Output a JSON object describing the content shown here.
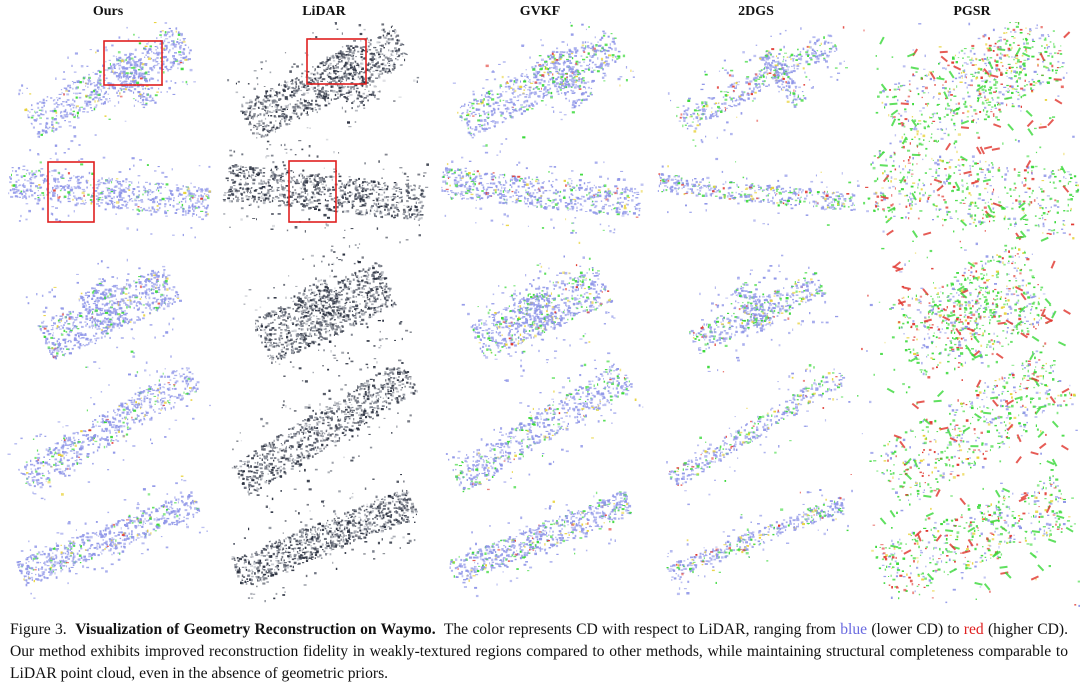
{
  "columns": [
    "Ours",
    "LiDAR",
    "GVKF",
    "2DGS",
    "PGSR"
  ],
  "caption": {
    "label": "Figure 3.",
    "title": "Visualization of Geometry Reconstruction on Waymo.",
    "text1": "The color represents CD with respect to LiDAR, ranging from",
    "blue_word": "blue",
    "text2": "(lower CD) to",
    "red_word": "red",
    "text3": "(higher CD). Our method exhibits improved reconstruction fidelity in weakly-textured regions compared to other methods, while maintaining structural completeness comparable to LiDAR point cloud, even in the absence of geometric priors."
  },
  "colors": {
    "low_cd": "#8f96e8",
    "mid_cd": "#39d939",
    "high_cd": "#e0342c",
    "yellow": "#e8d23a",
    "lidar_dark": "#2b3140",
    "lidar_mid": "#8a8f99",
    "highlight_box": "#e02020"
  }
}
